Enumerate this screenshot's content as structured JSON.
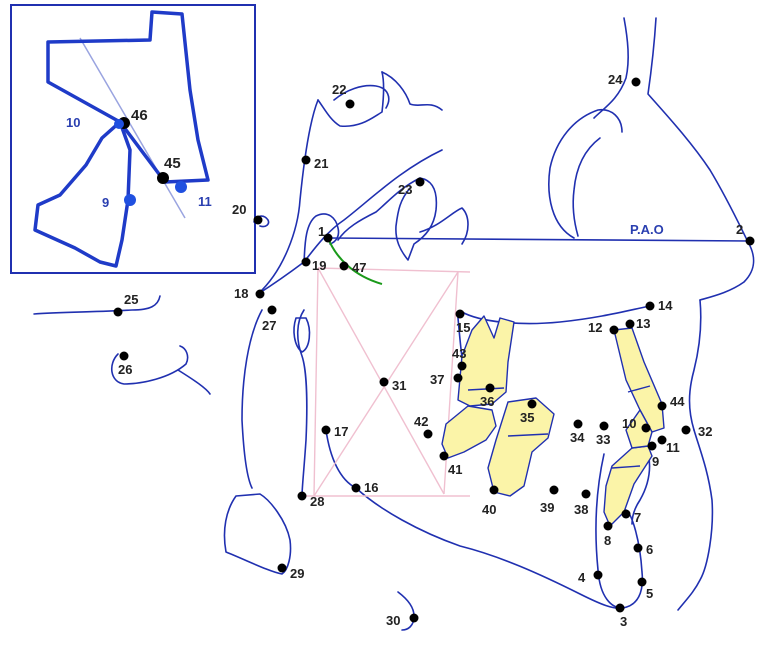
{
  "diagram": {
    "colors": {
      "outline": "#2030b0",
      "inset_outline": "#1f3bc8",
      "tooth_fill": "#fbf4a8",
      "grid_pink": "#f0c0d0",
      "arc_green": "#1a9a1a",
      "point_black": "#000000",
      "point_blue": "#2050e0",
      "inset_axis": "#9aa4e0"
    },
    "line_label": "P.A.O",
    "inset_labels": {
      "p46": "46",
      "p45": "45",
      "p10": "10",
      "p9": "9",
      "p11": "11"
    },
    "landmarks": [
      {
        "id": "1"
      },
      {
        "id": "2"
      },
      {
        "id": "3"
      },
      {
        "id": "4"
      },
      {
        "id": "5"
      },
      {
        "id": "6"
      },
      {
        "id": "7"
      },
      {
        "id": "8"
      },
      {
        "id": "9"
      },
      {
        "id": "10"
      },
      {
        "id": "11"
      },
      {
        "id": "12"
      },
      {
        "id": "13"
      },
      {
        "id": "14"
      },
      {
        "id": "15"
      },
      {
        "id": "16"
      },
      {
        "id": "17"
      },
      {
        "id": "18"
      },
      {
        "id": "19"
      },
      {
        "id": "20"
      },
      {
        "id": "21"
      },
      {
        "id": "22"
      },
      {
        "id": "23"
      },
      {
        "id": "24"
      },
      {
        "id": "25"
      },
      {
        "id": "26"
      },
      {
        "id": "27"
      },
      {
        "id": "28"
      },
      {
        "id": "29"
      },
      {
        "id": "30"
      },
      {
        "id": "31"
      },
      {
        "id": "32"
      },
      {
        "id": "33"
      },
      {
        "id": "34"
      },
      {
        "id": "35"
      },
      {
        "id": "36"
      },
      {
        "id": "37"
      },
      {
        "id": "38"
      },
      {
        "id": "39"
      },
      {
        "id": "40"
      },
      {
        "id": "41"
      },
      {
        "id": "42"
      },
      {
        "id": "43"
      },
      {
        "id": "44"
      },
      {
        "id": "47"
      }
    ]
  }
}
